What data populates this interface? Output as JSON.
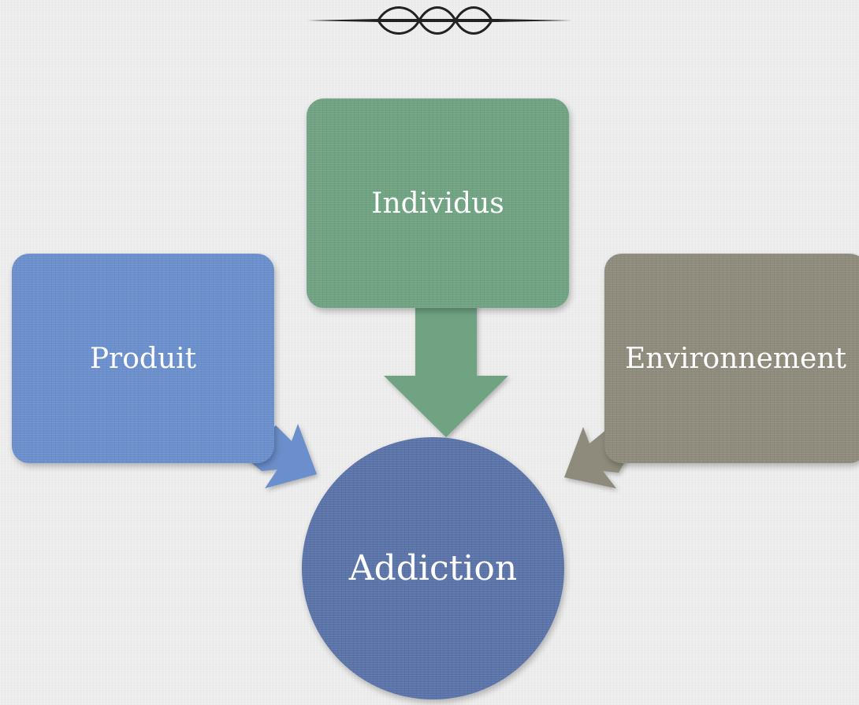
{
  "diagram": {
    "nodes": {
      "individus": {
        "label": "Individus",
        "color": "#6fa382"
      },
      "produit": {
        "label": "Produit",
        "color": "#6b8fcc"
      },
      "environnement": {
        "label": "Environnement",
        "color": "#8e8b7c"
      },
      "addiction": {
        "label": "Addiction",
        "color": "#5a73a8"
      }
    },
    "arrows": [
      {
        "from": "individus",
        "to": "addiction",
        "color": "#6fa382"
      },
      {
        "from": "produit",
        "to": "addiction",
        "color": "#6b8fcc"
      },
      {
        "from": "environnement",
        "to": "addiction",
        "color": "#8e8b7c"
      }
    ],
    "ornament_color": "#222222"
  }
}
